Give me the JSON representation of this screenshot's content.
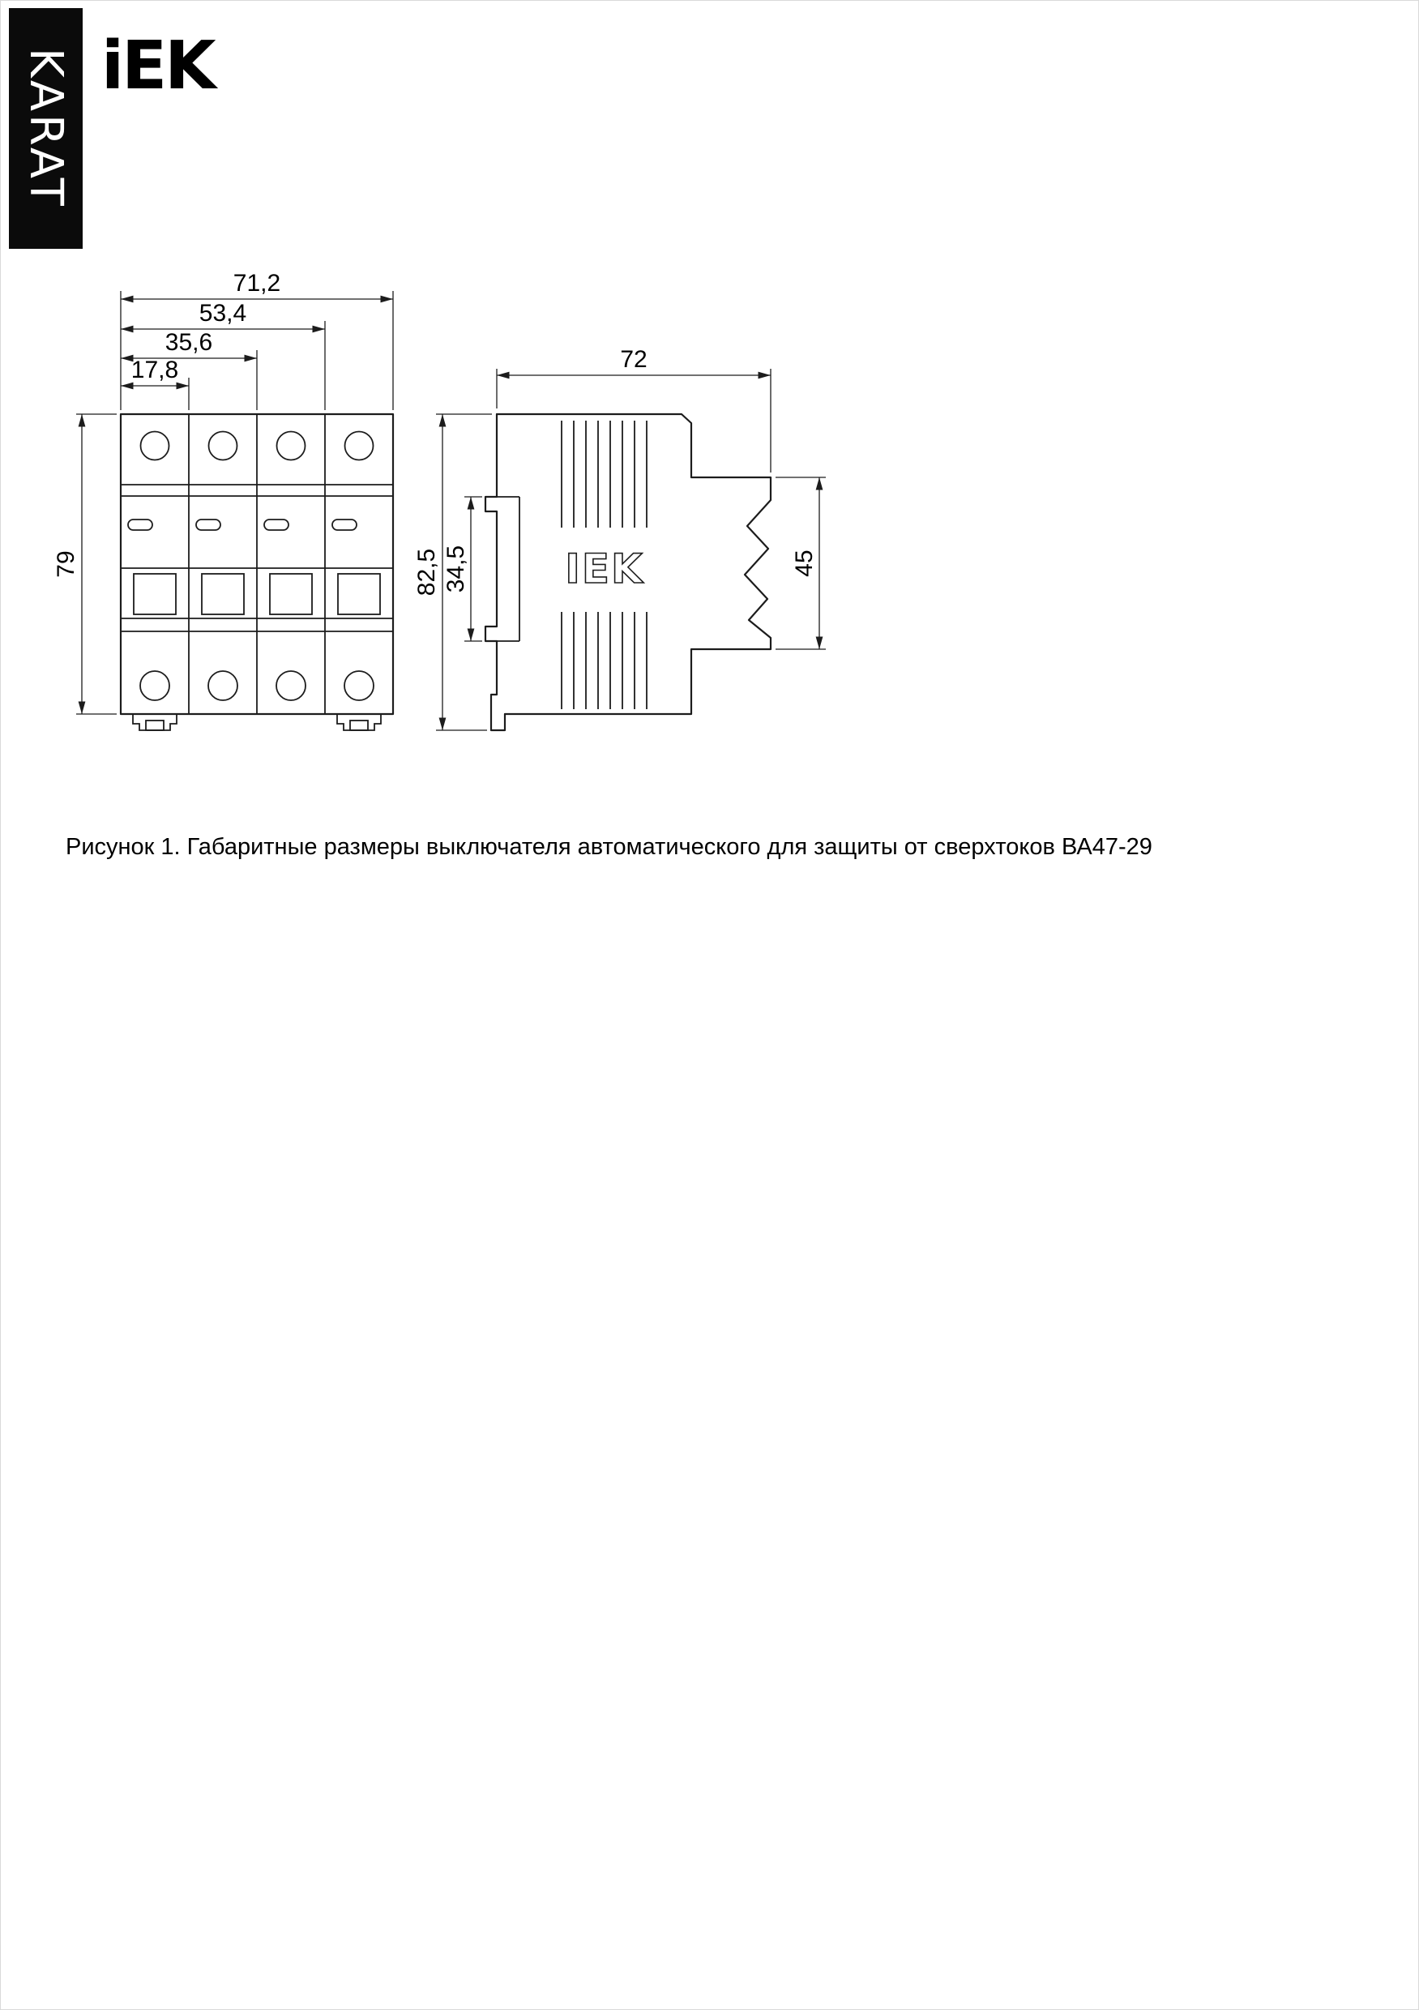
{
  "brand": {
    "karat": "KARAT",
    "logo": "iEK"
  },
  "drawing": {
    "front_view": {
      "dim_total_width": "71,2",
      "dim_three_modules": "53,4",
      "dim_two_modules": "35,6",
      "dim_one_module": "17,8",
      "dim_height": "79"
    },
    "side_view": {
      "dim_depth": "72",
      "dim_total_height": "82,5",
      "dim_rail_recess": "34,5",
      "dim_front_face": "45",
      "device_logo": "IEK"
    }
  },
  "caption": "Рисунок 1. Габаритные размеры выключателя автоматического для защиты от сверхтоков ВА47-29"
}
